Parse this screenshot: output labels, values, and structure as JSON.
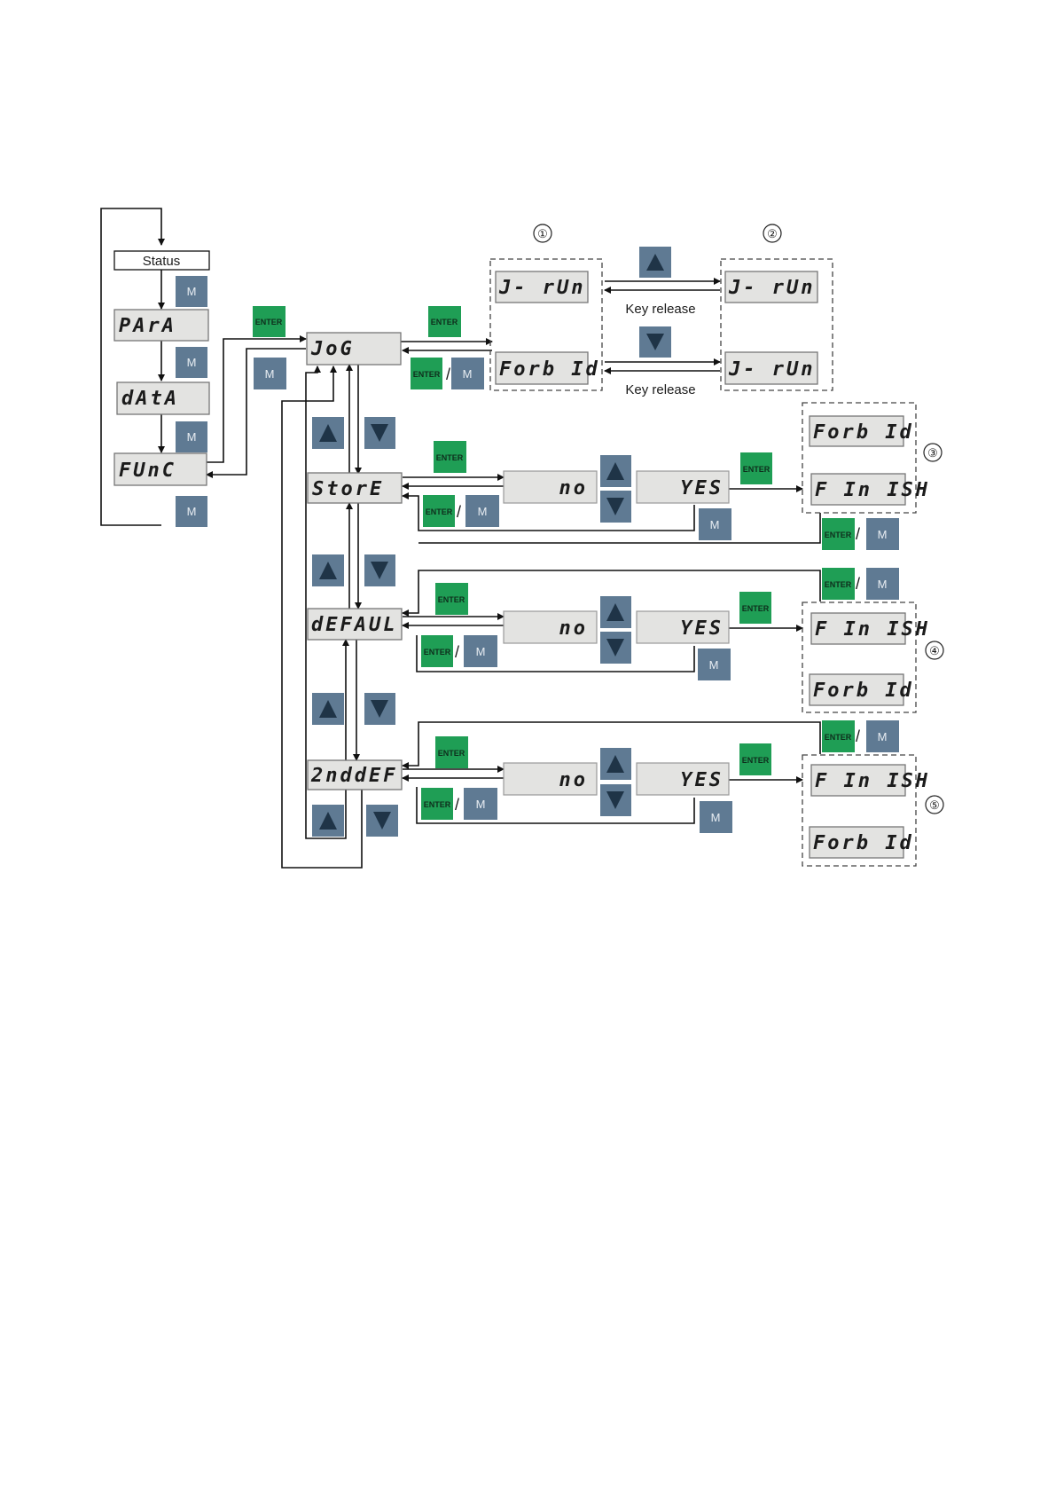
{
  "colors": {
    "enter": "#1f9e55",
    "m_button": "#5f7a93",
    "lcd_bg": "#e3e3e1",
    "line": "#111111"
  },
  "labels": {
    "status": "Status",
    "key_release": "Key release",
    "enter": "ENTER",
    "m": "M",
    "slash": "/"
  },
  "markers": [
    "①",
    "②",
    "③",
    "④",
    "⑤"
  ],
  "menu": {
    "para": "PArA",
    "data": "dAtA",
    "func": "FUnC"
  },
  "functions": {
    "jog": "JoG",
    "store": "StorE",
    "default": "dEFAUL",
    "second_default": "2nddEF"
  },
  "jog_states": {
    "run_1": "J-  rUn",
    "forbid": "Forb Id",
    "run_2": "J-  rUn",
    "run_3": "J-  rUn"
  },
  "confirm": {
    "no": "no",
    "yes": "YES"
  },
  "results": {
    "finish": "F In ISH",
    "forbid": "Forb Id"
  },
  "icons": {
    "up": "up-triangle-icon",
    "down": "down-triangle-icon",
    "circle": "circled-number-icon"
  }
}
